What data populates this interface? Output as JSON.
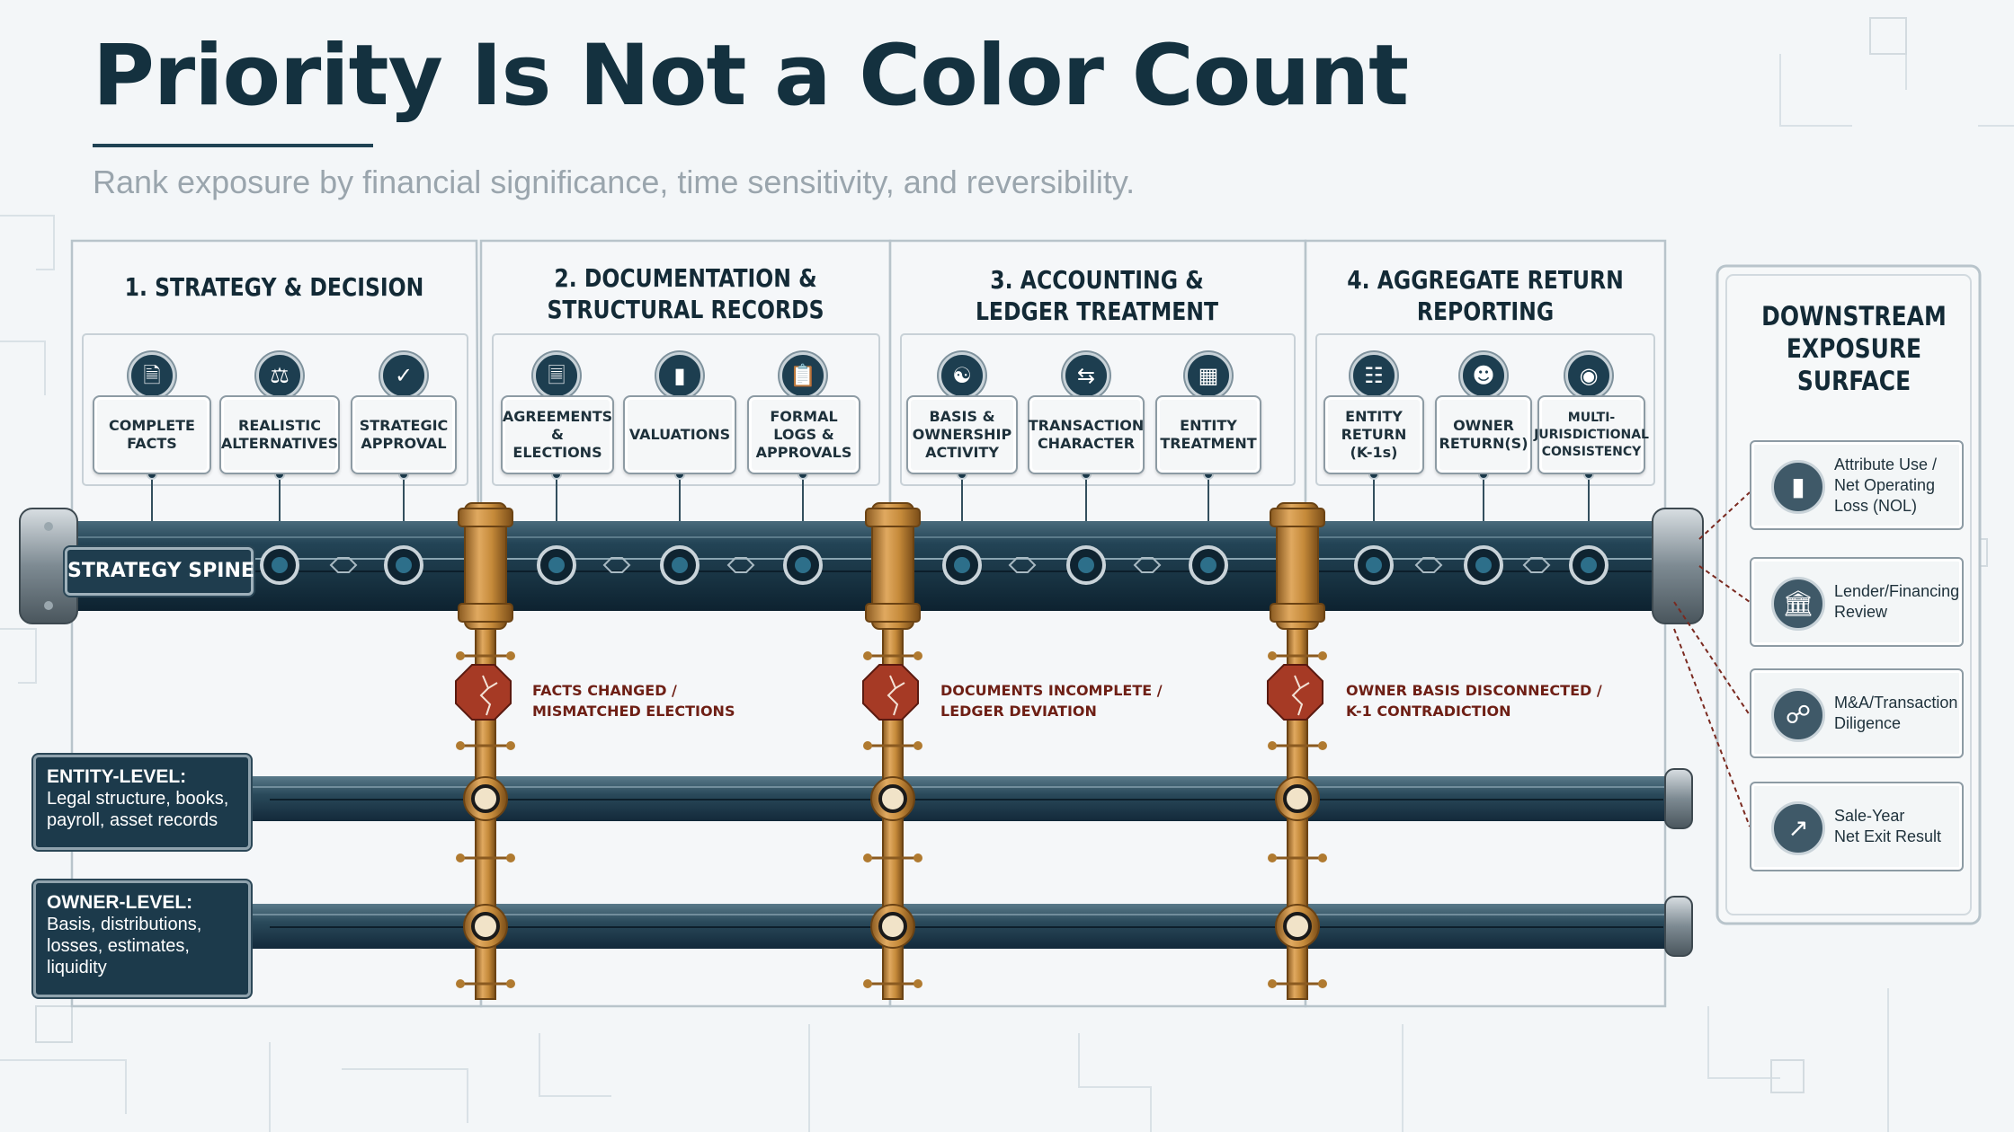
{
  "title": "Priority Is Not a Color Count",
  "subtitle": "Rank exposure by financial significance, time sensitivity, and reversibility.",
  "stages": [
    {
      "header": "1. STRATEGY & DECISION",
      "nodes": [
        {
          "label": "COMPLETE\nFACTS",
          "icon": "document-icon"
        },
        {
          "label": "REALISTIC\nALTERNATIVES",
          "icon": "scales-icon"
        },
        {
          "label": "STRATEGIC\nAPPROVAL",
          "icon": "checkmark-icon"
        }
      ]
    },
    {
      "header": "2. DOCUMENTATION &\nSTRUCTURAL RECORDS",
      "nodes": [
        {
          "label": "AGREEMENTS &\nELECTIONS",
          "icon": "contract-icon"
        },
        {
          "label": "VALUATIONS",
          "icon": "bar-chart-icon"
        },
        {
          "label": "FORMAL LOGS &\nAPPROVALS",
          "icon": "clipboard-icon"
        }
      ]
    },
    {
      "header": "3. ACCOUNTING &\nLEDGER TREATMENT",
      "nodes": [
        {
          "label": "BASIS &\nOWNERSHIP\nACTIVITY",
          "icon": "people-icon"
        },
        {
          "label": "TRANSACTION\nCHARACTER",
          "icon": "exchange-arrows-icon"
        },
        {
          "label": "ENTITY\nTREATMENT",
          "icon": "building-icon"
        }
      ]
    },
    {
      "header": "4. AGGREGATE RETURN\nREPORTING",
      "nodes": [
        {
          "label": "ENTITY\nRETURN\n(K-1s)",
          "icon": "form-icon"
        },
        {
          "label": "OWNER\nRETURN(S)",
          "icon": "person-icon"
        },
        {
          "label": "MULTI-\nJURISDICTIONAL\nCONSISTENCY",
          "icon": "globe-icon"
        }
      ]
    }
  ],
  "spine_label": "STRATEGY SPINE",
  "ruptures": [
    "FACTS CHANGED /\nMISMATCHED ELECTIONS",
    "DOCUMENTS INCOMPLETE /\nLEDGER DEVIATION",
    "OWNER BASIS DISCONNECTED /\nK-1 CONTRADICTION"
  ],
  "levels": [
    {
      "title": "ENTITY-LEVEL:",
      "text": "Legal structure, books,\npayroll, asset records"
    },
    {
      "title": "OWNER-LEVEL:",
      "text": "Basis, distributions,\nlosses, estimates,\nliquidity"
    }
  ],
  "downstream": {
    "title": "DOWNSTREAM\nEXPOSURE\nSURFACE",
    "items": [
      {
        "label": "Attribute Use /\nNet Operating\nLoss (NOL)",
        "icon": "bar-chart-icon"
      },
      {
        "label": "Lender/Financing\nReview",
        "icon": "bank-icon"
      },
      {
        "label": "M&A/Transaction\nDiligence",
        "icon": "handshake-icon"
      },
      {
        "label": "Sale-Year\nNet Exit Result",
        "icon": "growth-chart-icon"
      }
    ]
  },
  "colors": {
    "navy": "#14313f",
    "pipe": "#1f4253",
    "brass": "#c58a3a",
    "rupture": "#a63a25",
    "frame": "#b8c4cb"
  }
}
